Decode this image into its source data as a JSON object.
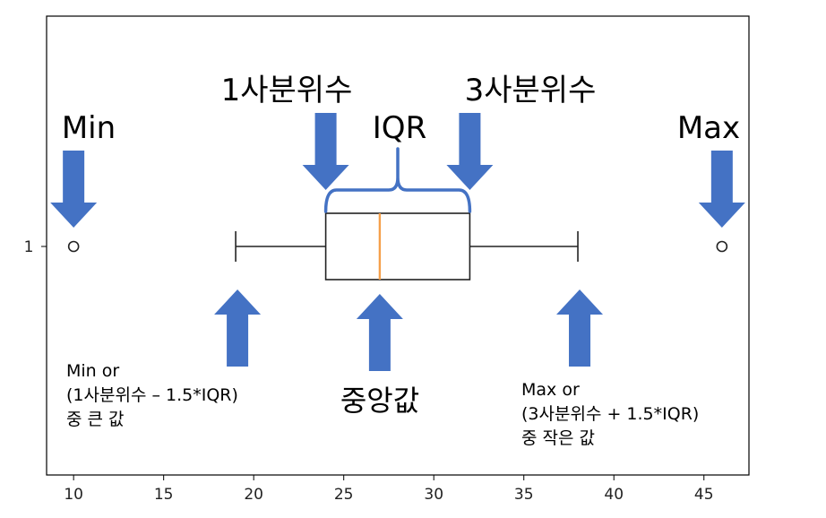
{
  "chart_data": {
    "type": "box",
    "category_labels": [
      "1"
    ],
    "xticks": [
      "10",
      "15",
      "20",
      "25",
      "30",
      "35",
      "40",
      "45"
    ],
    "xlim": [
      8.5,
      47.5
    ],
    "box": {
      "whisker_low": 19,
      "q1": 24,
      "median": 27,
      "q3": 32,
      "whisker_high": 38,
      "outliers": [
        10,
        46
      ]
    },
    "median_color": "#f5a04a",
    "arrow_color": "#4472c4",
    "brace_color": "#4472c4"
  },
  "annotations": {
    "min": "Min",
    "max": "Max",
    "q1": "1사분위수",
    "q3": "3사분위수",
    "iqr": "IQR",
    "median": "중앙값",
    "lower_whisker": [
      "Min or",
      "(1사분위수 – 1.5*IQR)",
      "중 큰 값"
    ],
    "upper_whisker": [
      "Max or",
      "(3사분위수 + 1.5*IQR)",
      "중 작은 값"
    ]
  }
}
